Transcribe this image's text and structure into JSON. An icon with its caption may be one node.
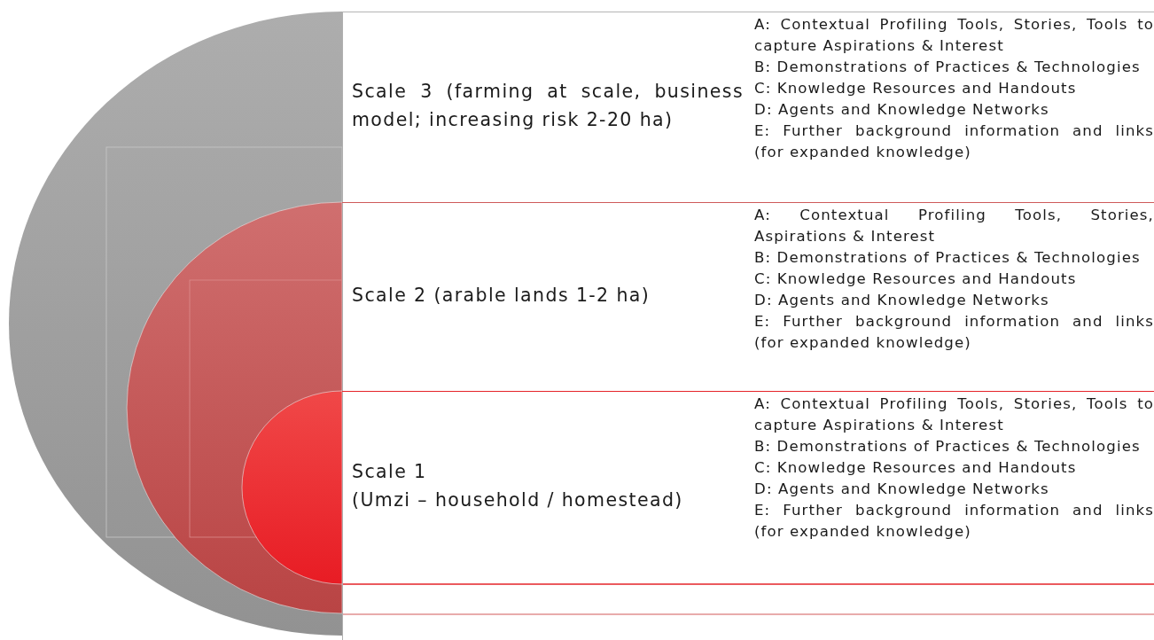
{
  "diagram": {
    "nodes": [
      {
        "text": [
          "Scale 3 (farming at scale, business model; increasing risk 2-20 ha)",
          "A: Contextual Profiling Tools, Stories, Tools to capture Aspirations & Interest",
          "B: Demonstrations of Practices & Technologies",
          "C: Knowledge Resources and Handouts",
          "D: Agents and Knowledge Networks",
          "E: Further background information and links (for expanded knowledge)"
        ]
      },
      {
        "text": [
          "Scale 2 (arable lands 1-2 ha)",
          "A: Contextual Profiling Tools, Stories, Aspirations & Interest",
          "B: Demonstrations of Practices & Technologies",
          "C: Knowledge Resources and Handouts",
          "D: Agents and Knowledge Networks",
          "E: Further background information and links (for expanded knowledge)"
        ]
      },
      {
        "text": [
          "Scale 1",
          "(Umzi – household / homestead)",
          "A: Contextual Profiling Tools, Stories, Tools to capture Aspirations & Interest",
          "B: Demonstrations of Practices & Technologies",
          "C: Knowledge Resources and Handouts",
          "D: Agents and Knowledge Networks",
          "E: Further background information and links (for expanded knowledge)"
        ]
      }
    ]
  }
}
